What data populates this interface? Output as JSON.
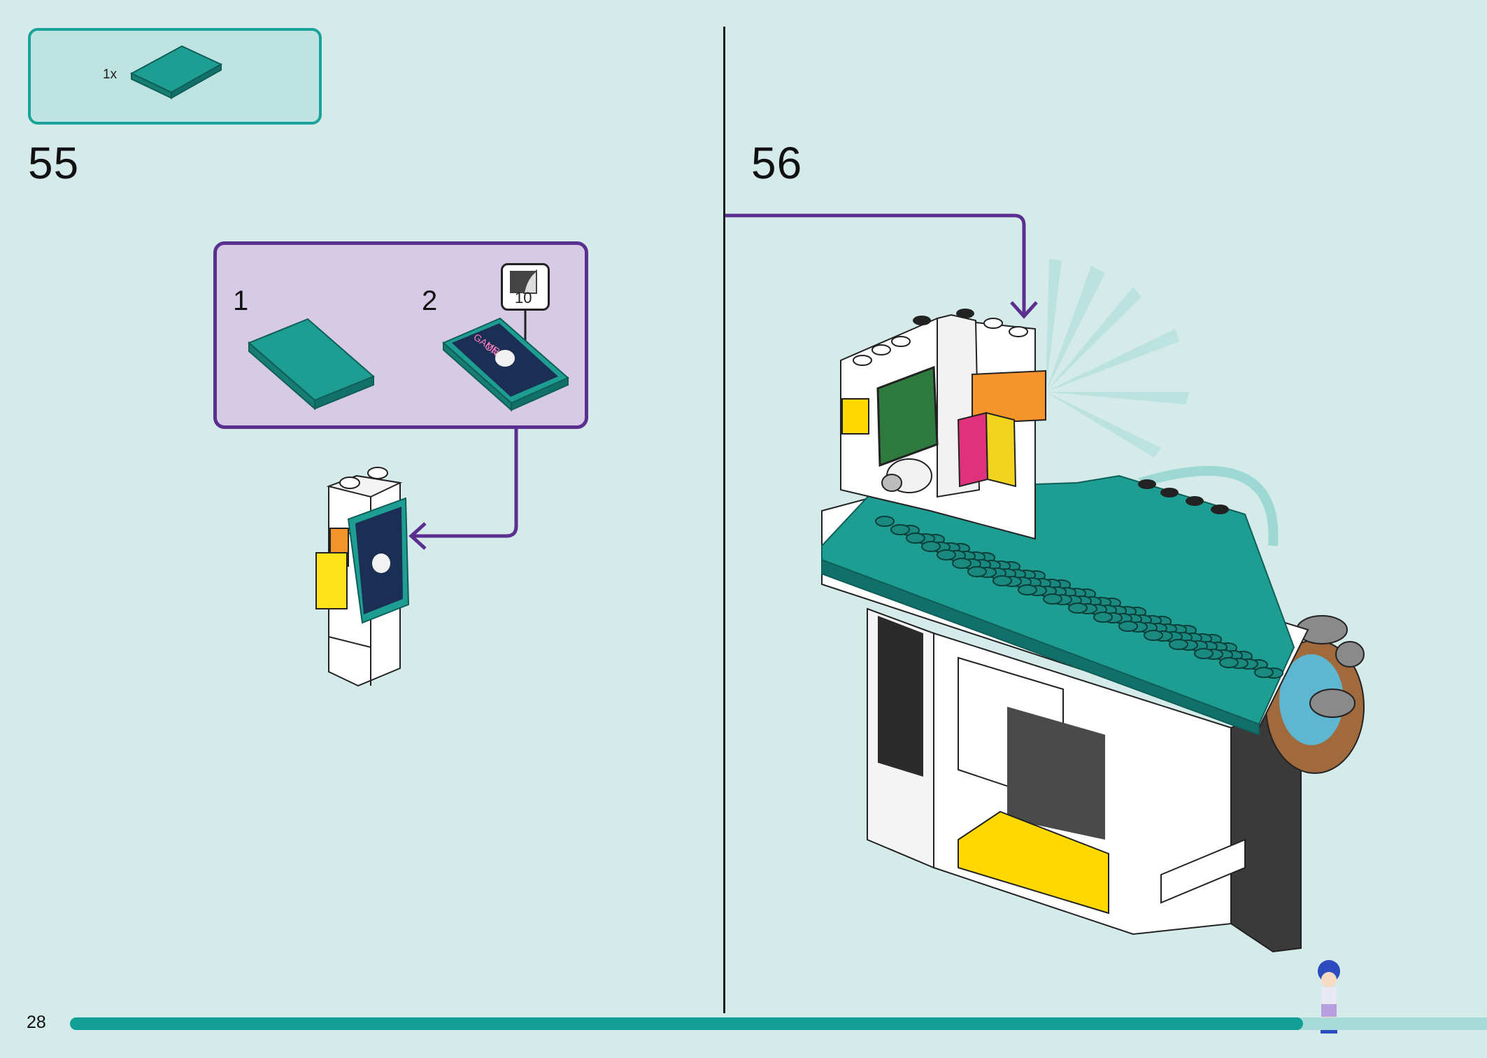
{
  "parts_list": {
    "quantity": "1x"
  },
  "steps": [
    {
      "number": "55"
    },
    {
      "number": "56"
    }
  ],
  "substeps": [
    {
      "number": "1"
    },
    {
      "number": "2"
    }
  ],
  "sticker_callout": {
    "number": "10"
  },
  "tile_print": {
    "line1": "GAME",
    "line2": "ON"
  },
  "page": {
    "number": "28"
  },
  "progress": {
    "fraction": 0.87
  },
  "colors": {
    "background": "#d4ebe9",
    "parts_border": "#1aa39a",
    "substep_border": "#5b2f8f",
    "substep_fill": "#d7cae7",
    "teal_brick": "#1e9d92",
    "arrow": "#5b2f8f",
    "progress": "#12a096"
  },
  "icons": [
    "flat-tile-icon",
    "printed-tile-icon",
    "sticker-sheet-icon",
    "minifigure-icon"
  ]
}
